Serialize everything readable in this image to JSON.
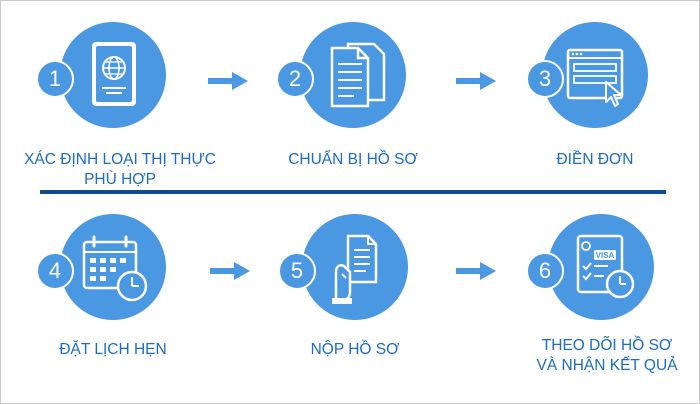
{
  "colors": {
    "circle": "#4a97e2",
    "label": "#1b6cc4",
    "divider": "#0e4d8f",
    "arrow": "#4a97e2"
  },
  "steps": [
    {
      "number": "1",
      "label_line1": "XÁC ĐỊNH LOẠI THỊ THỰC",
      "label_line2": "PHÙ HỢP",
      "icon": "passport-icon"
    },
    {
      "number": "2",
      "label_line1": "CHUẨN BỊ HỒ SƠ",
      "label_line2": "",
      "icon": "documents-icon"
    },
    {
      "number": "3",
      "label_line1": "ĐIỀN ĐƠN",
      "label_line2": "",
      "icon": "web-form-icon"
    },
    {
      "number": "4",
      "label_line1": "ĐẶT LỊCH HẸN",
      "label_line2": "",
      "icon": "calendar-clock-icon"
    },
    {
      "number": "5",
      "label_line1": "NỘP HỒ SƠ",
      "label_line2": "",
      "icon": "hand-document-icon"
    },
    {
      "number": "6",
      "label_line1": "THEO DÕI HỒ SƠ",
      "label_line2": "VÀ NHẬN KẾT QUẢ",
      "icon": "visa-clock-icon"
    }
  ],
  "visa_badge": "VISA"
}
